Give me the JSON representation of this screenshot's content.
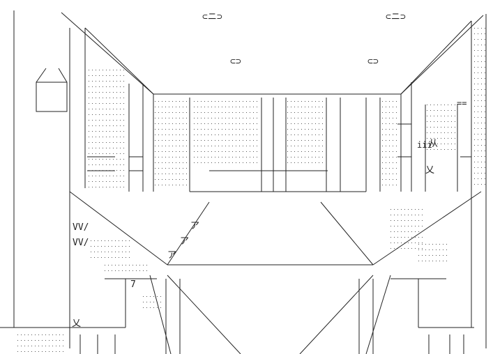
{
  "art": {
    "style": "ascii-art line drawing of a theater or hall interior with ceiling lights and a central stage",
    "ink_color": "#222222",
    "background_color": "#ffffff",
    "text_fragments": {
      "ceiling_light_1": "⊂ニ⊃",
      "ceiling_light_2": "⊂ニ⊃",
      "ceiling_light_3": "⊂⊃",
      "ceiling_light_4": "⊂⊃",
      "katakana_a_1": "ア",
      "katakana_a_2": "ア",
      "katakana_a_3": "ア",
      "katakana_7": "7",
      "vv_1": "VV/",
      "vv_2": "VV/",
      "kanji_ju": "从",
      "kanji_bun": "乂",
      "kanji_bun_2": "乂",
      "iii": "iii",
      "equals": "=="
    }
  }
}
